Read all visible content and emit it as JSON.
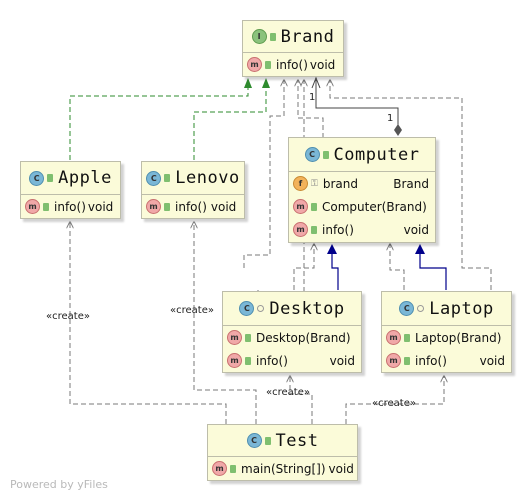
{
  "diagram": {
    "nodes": {
      "brand": {
        "title": "Brand",
        "kind_icon": "interface-icon",
        "members": [
          {
            "name": "info()",
            "type": "void",
            "icon": "method-icon"
          }
        ]
      },
      "computer": {
        "title": "Computer",
        "kind_icon": "class-icon",
        "members": [
          {
            "name": "brand",
            "type": "Brand",
            "icon": "field-icon"
          },
          {
            "name": "Computer(Brand)",
            "type": "",
            "icon": "method-icon"
          },
          {
            "name": "info()",
            "type": "void",
            "icon": "method-icon"
          }
        ]
      },
      "apple": {
        "title": "Apple",
        "kind_icon": "class-icon",
        "members": [
          {
            "name": "info()",
            "type": "void",
            "icon": "method-icon"
          }
        ]
      },
      "lenovo": {
        "title": "Lenovo",
        "kind_icon": "class-icon",
        "members": [
          {
            "name": "info()",
            "type": "void",
            "icon": "method-icon"
          }
        ]
      },
      "desktop": {
        "title": "Desktop",
        "kind_icon": "class-icon",
        "members": [
          {
            "name": "Desktop(Brand)",
            "type": "",
            "icon": "method-icon"
          },
          {
            "name": "info()",
            "type": "void",
            "icon": "method-icon"
          }
        ]
      },
      "laptop": {
        "title": "Laptop",
        "kind_icon": "class-icon",
        "members": [
          {
            "name": "Laptop(Brand)",
            "type": "",
            "icon": "method-icon"
          },
          {
            "name": "info()",
            "type": "void",
            "icon": "method-icon"
          }
        ]
      },
      "test": {
        "title": "Test",
        "kind_icon": "runnable-class-icon",
        "members": [
          {
            "name": "main(String[])",
            "type": "void",
            "icon": "method-icon"
          }
        ]
      }
    },
    "relations": {
      "composition_multiplicity_brand_end": "1",
      "composition_multiplicity_computer_end": "1",
      "create_label": "«create»"
    },
    "colors": {
      "node_fill": "#fbfbd9",
      "realization_edge": "#2e8b2e",
      "inheritance_edge": "#00008b",
      "dependency_edge": "#7a7a7a",
      "composition_edge": "#444444"
    },
    "watermark": "Powered by yFiles"
  }
}
